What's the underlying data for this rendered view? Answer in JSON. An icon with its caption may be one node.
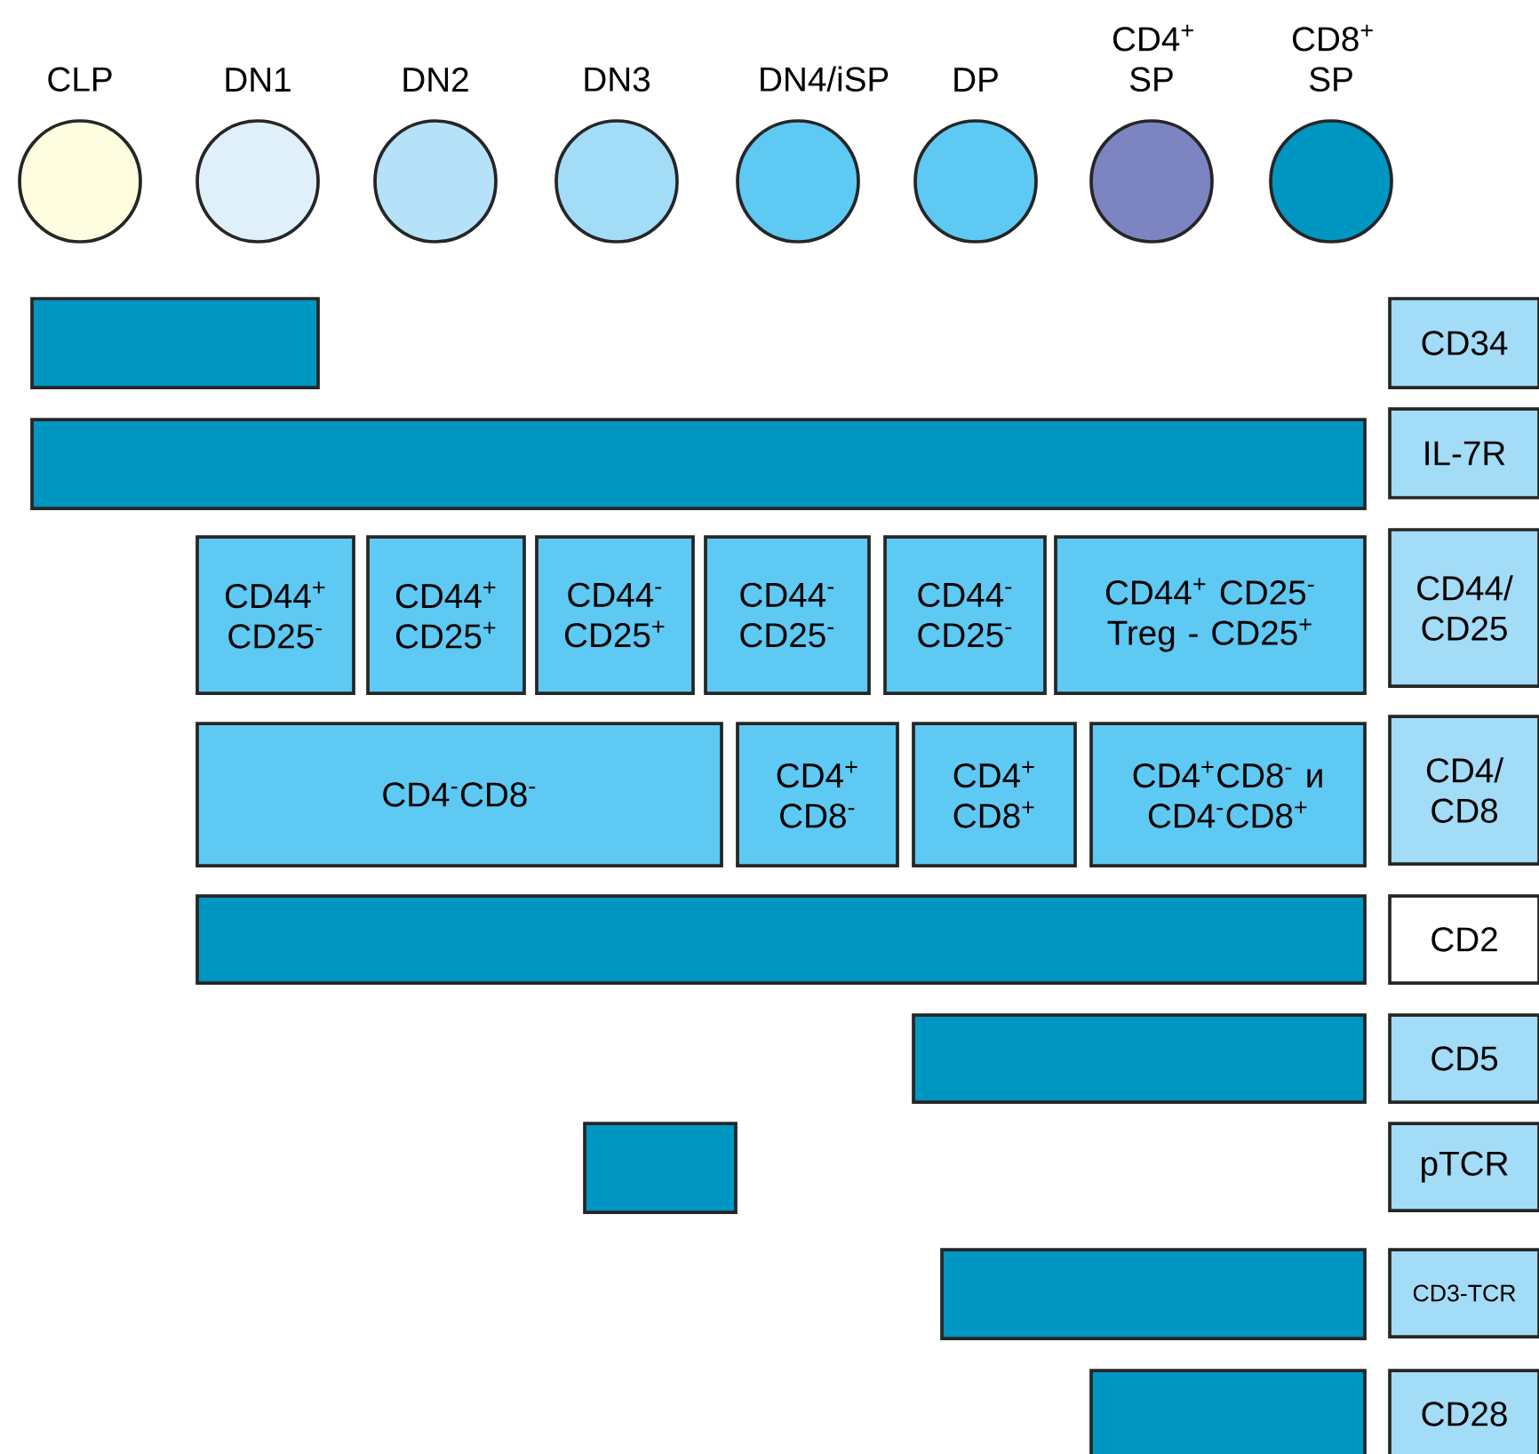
{
  "diagram": {
    "nodes": [
      {
        "text": [
          "CLP"
        ]
      },
      {
        "text": [
          "DN1"
        ]
      },
      {
        "text": [
          "DN2"
        ]
      },
      {
        "text": [
          "DN3"
        ]
      },
      {
        "text": [
          "DN4/iSP"
        ]
      },
      {
        "text": [
          "DP"
        ]
      },
      {
        "text": [
          "CD4$^{+}$ SP"
        ]
      },
      {
        "text": [
          "CD8$^{+}$ SP"
        ]
      },
      {
        "text": [],
        "shape": "bar"
      },
      {
        "text": [
          "CD34"
        ]
      },
      {
        "text": [],
        "shape": "bar"
      },
      {
        "text": [
          "IL-7R"
        ]
      },
      {
        "text": [
          "CD44$^{+}$ CD25$^{-}$"
        ]
      },
      {
        "text": [
          "CD44$^{+}$ CD25$^{+}$"
        ]
      },
      {
        "text": [
          "CD44$^{-}$ CD25$^{+}$"
        ]
      },
      {
        "text": [
          "CD44$^{-}$ CD25$^{-}$"
        ]
      },
      {
        "text": [
          "CD44$^{-}$ CD25$^{-}$"
        ]
      },
      {
        "text": [
          "CD44$^{+}$ CD25$^{-}$ Treg - CD25$^{+}$"
        ]
      },
      {
        "text": [
          "CD44/ CD25"
        ]
      },
      {
        "text": [
          "CD4$^{-}$CD8$^{-}$"
        ]
      },
      {
        "text": [
          "CD4$^{+}$ CD8$^{-}$"
        ]
      },
      {
        "text": [
          "CD4$^{+}$ CD8$^{+}$"
        ]
      },
      {
        "text": [
          "CD4$^{+}$CD8$^{-}$ и CD4$^{-}$CD8$^{+}$"
        ]
      },
      {
        "text": [
          "CD4/ CD8"
        ]
      },
      {
        "text": [],
        "shape": "bar"
      },
      {
        "text": [
          "CD2"
        ]
      },
      {
        "text": [],
        "shape": "bar"
      },
      {
        "text": [
          "CD5"
        ]
      },
      {
        "text": [],
        "shape": "bar"
      },
      {
        "text": [
          "pTCR"
        ]
      },
      {
        "text": [],
        "shape": "bar"
      },
      {
        "text": [
          "CD3-TCR"
        ]
      },
      {
        "text": [],
        "shape": "bar"
      },
      {
        "text": [
          "CD28"
        ]
      }
    ]
  }
}
